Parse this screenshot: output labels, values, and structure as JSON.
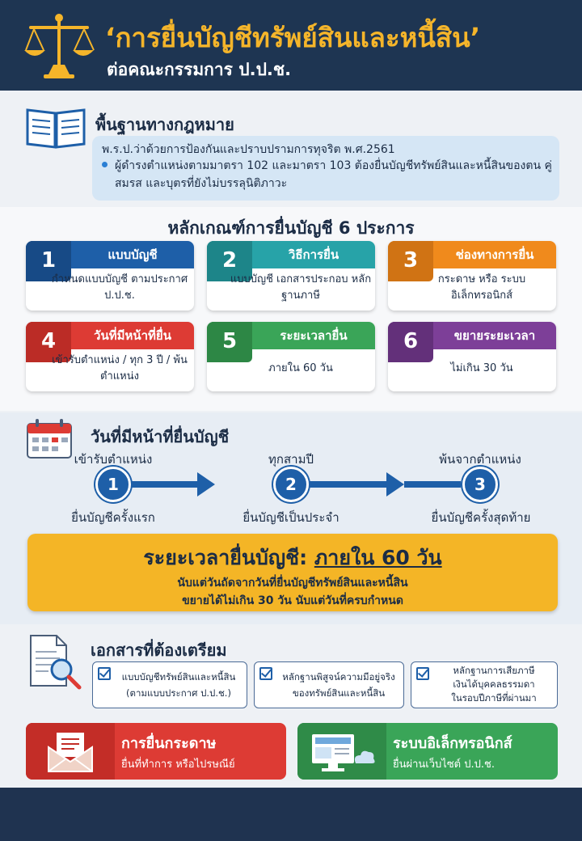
{
  "header": {
    "title": "‘การยื่นบัญชีทรัพย์สินและหนี้สิน’",
    "subtitle": "ต่อคณะกรรมการ ป.ป.ช."
  },
  "legal_basis": {
    "title": "พื้นฐานทางกฎหมาย",
    "act": "พ.ร.ป.ว่าด้วยการป้องกันและปราบปรามการทุจริต พ.ศ.2561",
    "bullet": "ผู้ดำรงตำแหน่งตามมาตรา 102 และมาตรา 103 ต้องยื่นบัญชีทรัพย์สินและหนี้สินของตน คู่สมรส และบุตรที่ยังไม่บรรลุนิติภาวะ"
  },
  "criteria": {
    "title": "หลักเกณฑ์การยื่นบัญชี 6 ประการ",
    "items": [
      {
        "num": "1",
        "label": "แบบบัญชี",
        "desc": "กำหนดแบบบัญชี ตามประกาศ ป.ป.ช.",
        "color": "#1e5fa8",
        "dark": "#174a86"
      },
      {
        "num": "2",
        "label": "วิธีการยื่น",
        "desc": "แบบบัญชี เอกสารประกอบ หลักฐานภาษี",
        "color": "#27a3a8",
        "dark": "#1d8589"
      },
      {
        "num": "3",
        "label": "ช่องทางการยื่น",
        "desc": "กระดาษ หรือ ระบบอิเล็กทรอนิกส์",
        "color": "#f08a1c",
        "dark": "#d07314"
      },
      {
        "num": "4",
        "label": "วันที่มีหน้าที่ยื่น",
        "desc": "เข้ารับตำแหน่ง / ทุก 3 ปี / พ้นตำแหน่ง",
        "color": "#dd3b34",
        "dark": "#bb2c26"
      },
      {
        "num": "5",
        "label": "ระยะเวลายื่น",
        "desc": "ภายใน 60 วัน",
        "color": "#3aa558",
        "dark": "#2d8745"
      },
      {
        "num": "6",
        "label": "ขยายระยะเวลา",
        "desc": "ไม่เกิน 30 วัน",
        "color": "#7d3f98",
        "dark": "#63307a"
      }
    ]
  },
  "timeline": {
    "title": "วันที่มีหน้าที่ยื่นบัญชี",
    "steps": [
      {
        "num": "1",
        "top": "เข้ารับตำแหน่ง",
        "bottom": "ยื่นบัญชีครั้งแรก"
      },
      {
        "num": "2",
        "top": "ทุกสามปี",
        "bottom": "ยื่นบัญชีเป็นประจำ"
      },
      {
        "num": "3",
        "top": "พ้นจากตำแหน่ง",
        "bottom": "ยื่นบัญชีครั้งสุดท้าย"
      }
    ]
  },
  "period": {
    "main_prefix": "ระยะเวลายื่นบัญชี: ",
    "main_emph": "ภายใน 60 วัน",
    "line1": "นับแต่วันถัดจากวันที่ยื่นบัญชีทรัพย์สินและหนี้สิน",
    "line2": "ขยายได้ไม่เกิน 30 วัน นับแต่วันที่ครบกำหนด"
  },
  "documents": {
    "title": "เอกสารที่ต้องเตรียม",
    "items": [
      {
        "line1": "แบบบัญชีทรัพย์สินและหนี้สิน",
        "line2": "(ตามแบบประกาศ ป.ป.ช.)"
      },
      {
        "line1": "หลักฐานพิสูจน์ความมีอยู่จริง",
        "line2": "ของทรัพย์สินและหนี้สิน"
      },
      {
        "line1": "หลักฐานการเสียภาษี",
        "line2": "เงินได้บุคคลธรรมดา",
        "line3": "ในรอบปีภาษีที่ผ่านมา"
      }
    ]
  },
  "methods": [
    {
      "title": "การยื่นกระดาษ",
      "sub": "ยื่นที่ทำการ หรือไปรษณีย์",
      "color": "#dd3b34",
      "icon_bg": "#c32d27",
      "icon": "envelope-icon"
    },
    {
      "title": "ระบบอิเล็กทรอนิกส์",
      "sub": "ยื่นผ่านเว็บไซต์ ป.ป.ช.",
      "color": "#3aa558",
      "icon_bg": "#2f8b48",
      "icon": "computer-cloud-icon"
    }
  ]
}
